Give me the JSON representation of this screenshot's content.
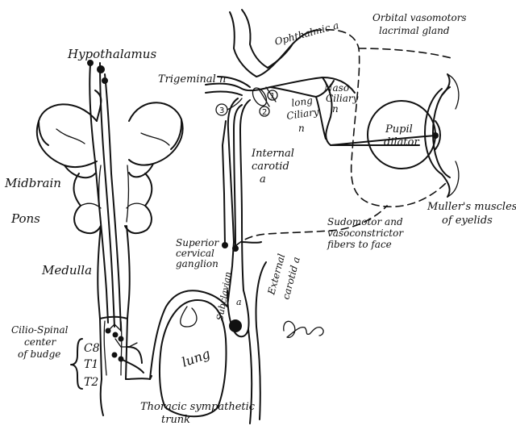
{
  "labels": {
    "hypothalamus": "Hypothalamus",
    "midbrain": "Midbrain",
    "pons": "Pons",
    "medulla": "Medulla",
    "cilio_spinal_1": "Cilio-Spinal",
    "cilio_spinal_2": "center",
    "cilio_spinal_3": "of budge",
    "c8": "C8",
    "t1": "T1",
    "t2": "T2",
    "lung": "lung",
    "thoracic_1": "Thoracic sympathetic",
    "thoracic_2": "trunk",
    "subclavian_1": "Subclavian",
    "subclavian_2": "a",
    "superior_1": "Superior",
    "superior_2": "cervical",
    "superior_3": "ganglion",
    "external_1": "External",
    "external_2": "carotid a",
    "internal_1": "Internal",
    "internal_2": "carotid",
    "internal_3": "a",
    "trigeminal": "Trigeminal n",
    "ophthalmic": "Ophthalmic a",
    "long_ciliary_1": "long",
    "long_ciliary_2": "Ciliary",
    "long_ciliary_3": "n",
    "naso_ciliary_1": "Naso",
    "naso_ciliary_2": "Ciliary",
    "naso_ciliary_3": "n",
    "orbital_1": "Orbital vasomotors",
    "orbital_2": "lacrimal gland",
    "pupil_1": "Pupil",
    "pupil_2": "dilator",
    "muller_1": "Muller's muscles",
    "muller_2": "of eyelids",
    "sudomotor_1": "Sudomotor and",
    "sudomotor_2": "vasoconstrictor",
    "sudomotor_3": "fibers to face",
    "num_1": "1",
    "num_2": "2",
    "num_3": "3"
  }
}
